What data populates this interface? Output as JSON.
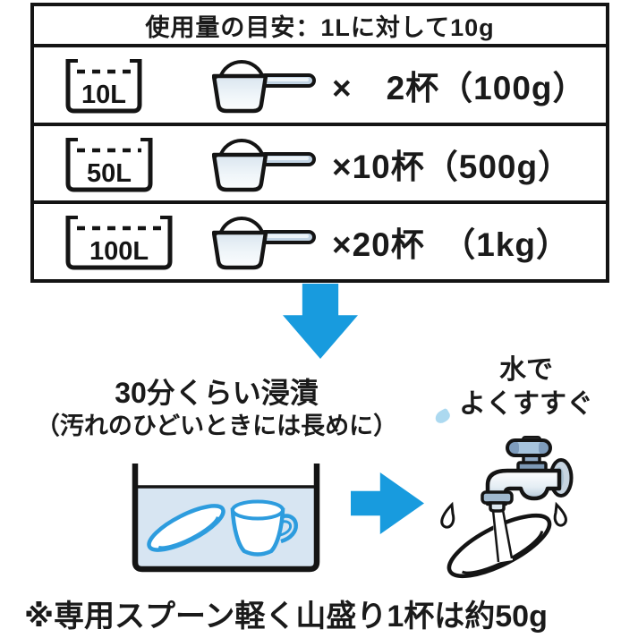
{
  "colors": {
    "arrow_blue": "#189BDE",
    "water_fill": "#D7E5F2",
    "dish_blue": "#2D9CDE",
    "outline_black": "#141414",
    "metal_light": "#C6D4E0",
    "handle_blue": "#A6C3DC"
  },
  "usage_table": {
    "header": "使用量の目安：1Lに対して10g",
    "rows": [
      {
        "volume": "10L",
        "usage": "×　2杯（100g）"
      },
      {
        "volume": "50L",
        "usage": "×10杯（500g）"
      },
      {
        "volume": "100L",
        "usage": "×20杯　（1kg）"
      }
    ]
  },
  "soak": {
    "title": "30分くらい浸漬",
    "note": "（汚れのひどいときには長めに）"
  },
  "rinse": {
    "line1": "水で",
    "line2": "よくすすぐ"
  },
  "footnote": "※専用スプーン軽く山盛り1杯は約50g",
  "icons": {
    "beaker": "open-top measuring container with dashed fill line",
    "scoop": "measuring scoop with heaped powder and handle",
    "down_arrow": "⬇",
    "right_arrow": "➡",
    "soak_basin": "tub of water with plate and mug soaking",
    "faucet": "tap rinsing a plate with splashes",
    "droplet": "💧"
  }
}
